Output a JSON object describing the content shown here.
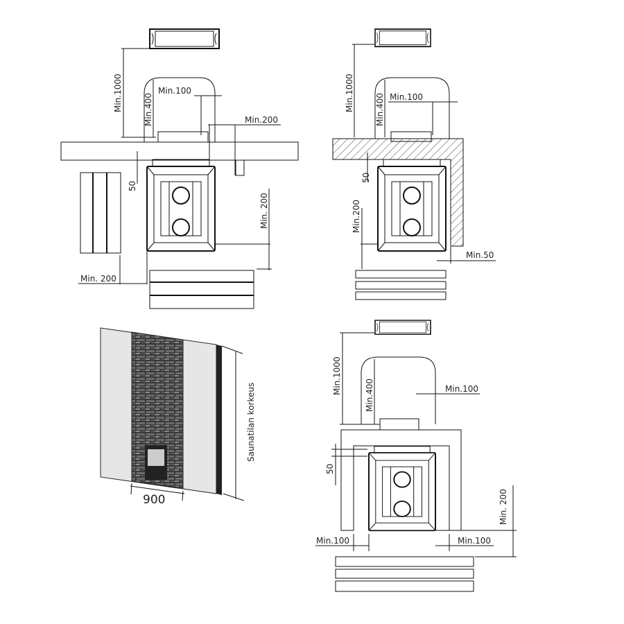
{
  "views": {
    "top_left": {
      "min_1000": "Min.1000",
      "min_400": "Min.400",
      "min_100": "Min.100",
      "min_200_side": "Min.200",
      "dim_50": "50",
      "min_200_front": "Min. 200",
      "min_200_bench": "Min. 200"
    },
    "top_right": {
      "min_1000": "Min.1000",
      "min_400": "Min.400",
      "min_100": "Min.100",
      "dim_50": "50",
      "min_200": "Min.200",
      "min_50": "Min.50"
    },
    "bottom_left": {
      "width": "900",
      "height_label": "Saunatilan korkeus"
    },
    "bottom_right": {
      "min_1000": "Min.1000",
      "min_400": "Min.400",
      "min_100_top": "Min.100",
      "dim_50": "50",
      "min_200": "Min. 200",
      "min_100_left": "Min.100",
      "min_100_right": "Min.100"
    }
  }
}
